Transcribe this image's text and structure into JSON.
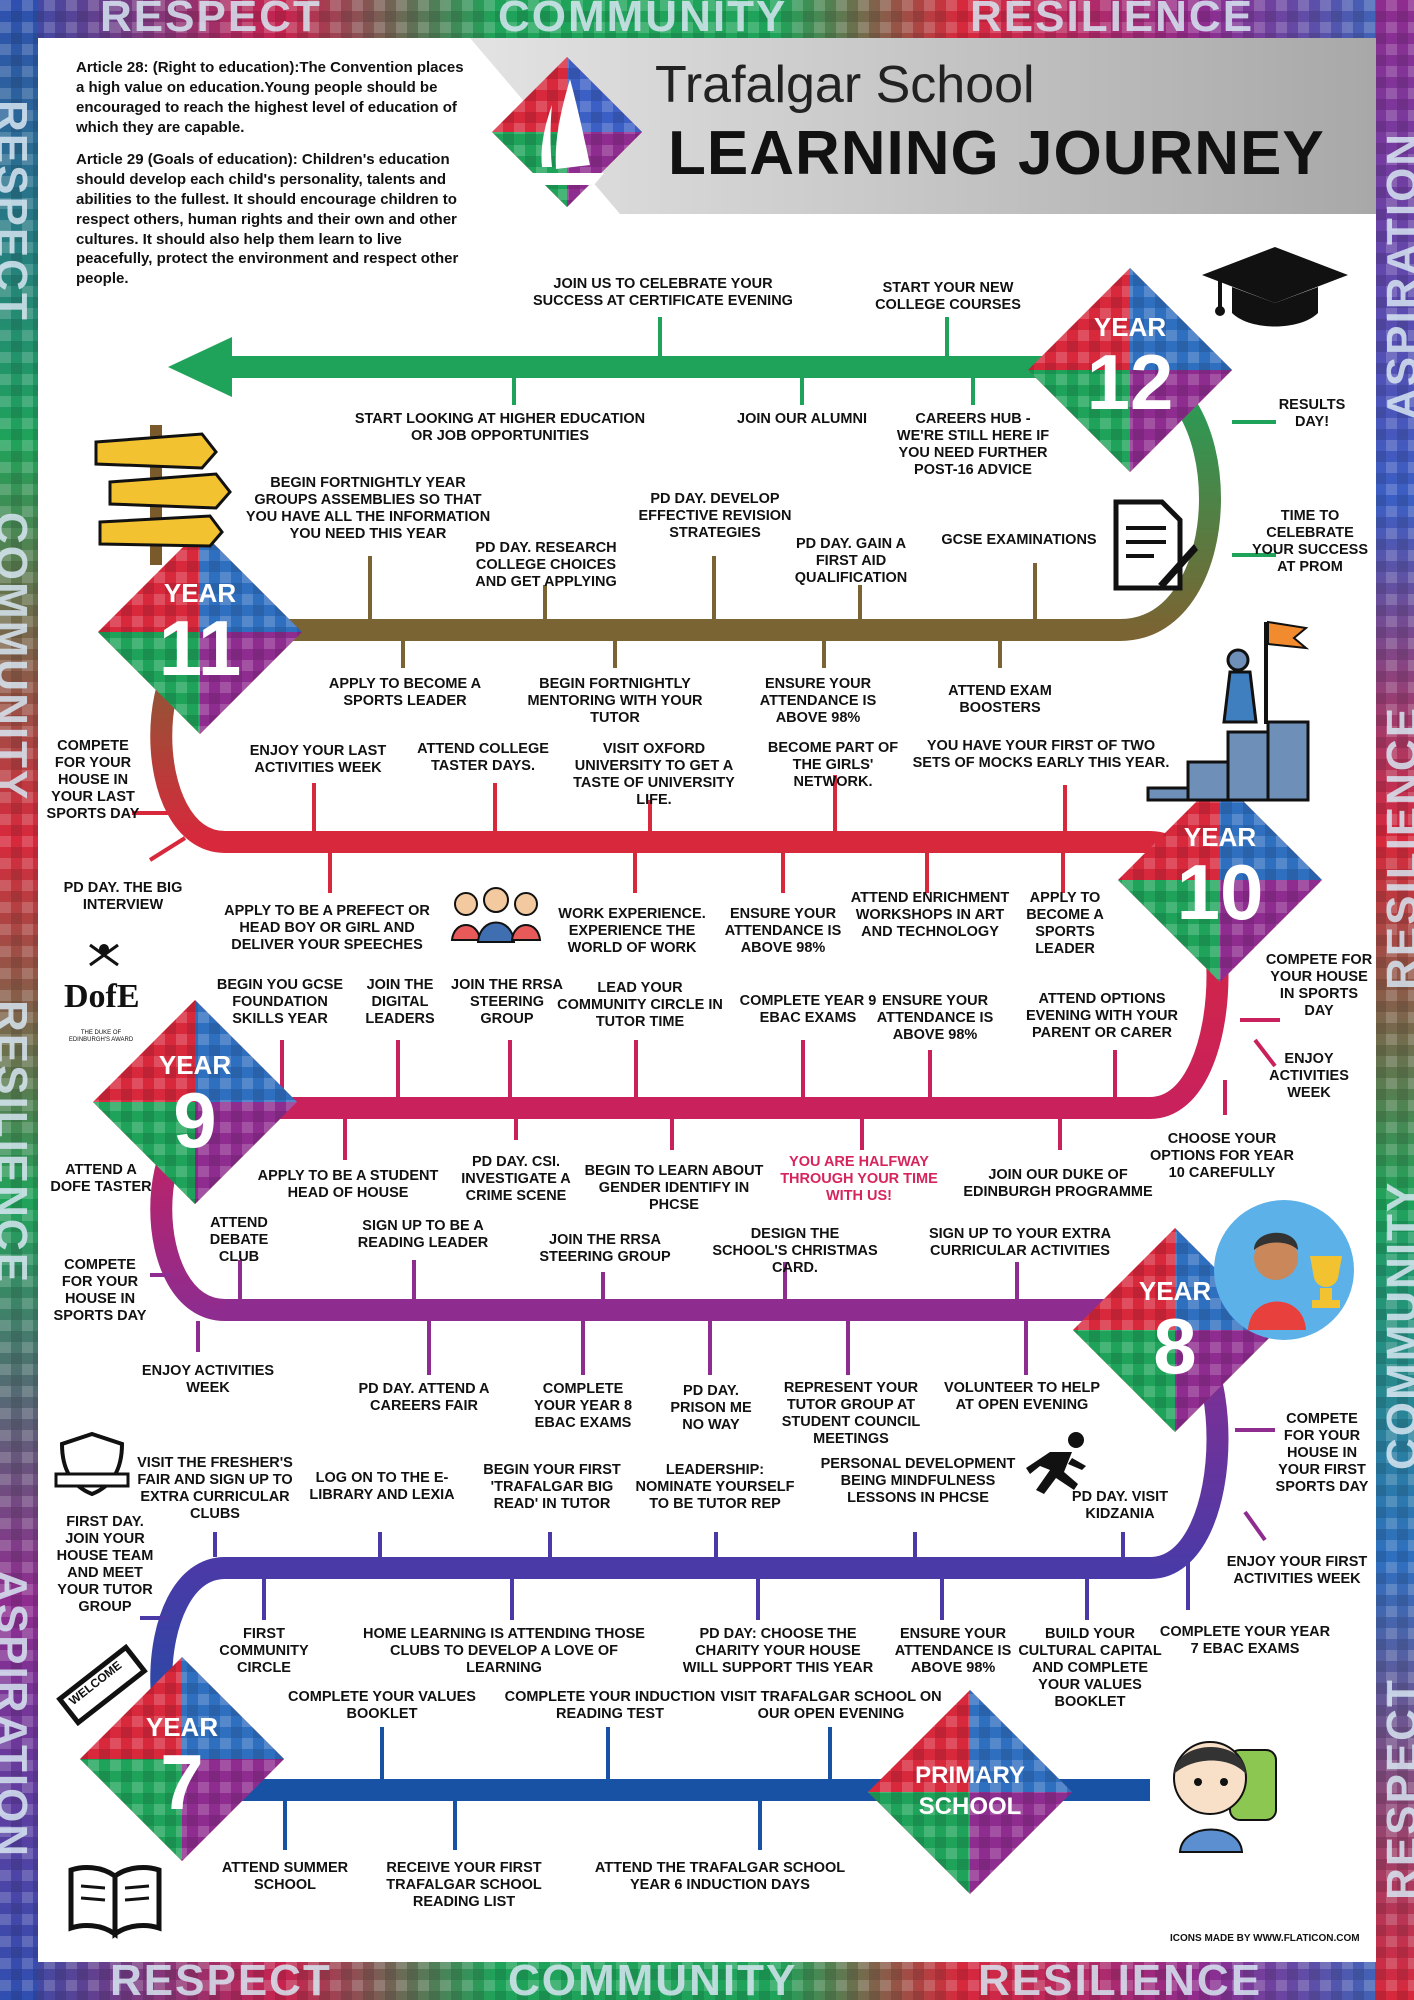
{
  "header": {
    "school": "Trafalgar School",
    "title": "LEARNING JOURNEY",
    "article28": "Article 28: (Right to education):The Convention places a high value on education.Young people should be encouraged to reach the highest level of education of which they are capable.",
    "article29": "Article 29 (Goals of education): Children's education should develop each child's personality, talents and abilities to the fullest. It should encourage children to respect others, human rights and their own and other cultures. It should also help them learn to live peacefully, protect the environment and respect other people."
  },
  "values_band": {
    "top": [
      "RESPECT",
      "COMMUNITY",
      "RESILIENCE"
    ],
    "bottom": [
      "RESPECT",
      "COMMUNITY",
      "RESILIENCE"
    ],
    "left": [
      "RESPECT",
      "COMMUNITY",
      "RESILIENCE",
      "ASPIRATION"
    ],
    "right": [
      "ASPIRATION",
      "RESILIENCE",
      "COMMUNITY",
      "RESPECT"
    ]
  },
  "badges": {
    "year_word": "YEAR",
    "y7": "7",
    "y8": "8",
    "y9": "9",
    "y10": "10",
    "y11": "11",
    "y12": "12",
    "primary_1": "PRIMARY",
    "primary_2": "SCHOOL",
    "welcome": "WELCOME"
  },
  "dofe": {
    "mark": "DofE",
    "caption": "THE DUKE OF EDINBURGH'S AWARD"
  },
  "credit": "ICONS MADE BY WWW.FLATICON.COM",
  "colors": {
    "y12": "#1fa35a",
    "y11": "#7a6433",
    "y10": "#d8283c",
    "y9": "#c8215c",
    "y8": "#8f2c8f",
    "y7a": "#4a3aa7",
    "y7b": "#1852a4"
  },
  "milestones": {
    "y12": {
      "a1": "JOIN US TO CELEBRATE YOUR SUCCESS AT CERTIFICATE EVENING",
      "a2": "START YOUR NEW COLLEGE COURSES",
      "b1": "START LOOKING AT HIGHER EDUCATION OR JOB OPPORTUNITIES",
      "b2": "JOIN OUR ALUMNI",
      "b3": "CAREERS HUB - WE'RE STILL HERE IF YOU NEED FURTHER POST-16 ADVICE",
      "r1": "RESULTS DAY!",
      "r2": "TIME TO CELEBRATE YOUR SUCCESS AT PROM"
    },
    "y11": {
      "a1": "BEGIN FORTNIGHTLY YEAR GROUPS ASSEMBLIES SO THAT YOU HAVE ALL THE INFORMATION YOU NEED THIS YEAR",
      "a2": "PD DAY. RESEARCH COLLEGE CHOICES AND GET APPLYING",
      "a3": "PD DAY. DEVELOP EFFECTIVE REVISION STRATEGIES",
      "a4": "PD DAY. GAIN A FIRST AID QUALIFICATION",
      "a5": "GCSE EXAMINATIONS",
      "b1": "APPLY TO BECOME A SPORTS LEADER",
      "b2": "BEGIN FORTNIGHTLY MENTORING WITH YOUR TUTOR",
      "b3": "ENSURE YOUR ATTENDANCE IS ABOVE 98%",
      "b4": "ATTEND EXAM BOOSTERS",
      "l1": "COMPETE FOR YOUR HOUSE IN YOUR LAST SPORTS DAY"
    },
    "y10": {
      "a1": "ENJOY YOUR LAST ACTIVITIES WEEK",
      "a2": "ATTEND COLLEGE TASTER DAYS.",
      "a3": "VISIT OXFORD UNIVERSITY TO GET A TASTE OF UNIVERSITY LIFE.",
      "a4": "BECOME PART OF THE GIRLS' NETWORK.",
      "a5": "YOU HAVE YOUR FIRST OF TWO SETS OF MOCKS EARLY THIS YEAR.",
      "b1": "APPLY TO BE A PREFECT OR HEAD BOY OR GIRL AND DELIVER YOUR SPEECHES",
      "b2": "WORK EXPERIENCE. EXPERIENCE THE WORLD OF WORK",
      "b3": "ENSURE YOUR ATTENDANCE IS ABOVE 98%",
      "b4": "ATTEND ENRICHMENT WORKSHOPS IN ART AND TECHNOLOGY",
      "b5": "APPLY TO BECOME A SPORTS LEADER",
      "l1": "PD DAY. THE BIG INTERVIEW",
      "r1": "COMPETE FOR YOUR HOUSE IN SPORTS DAY",
      "r2": "ENJOY ACTIVITIES WEEK",
      "r3": "CHOOSE YOUR OPTIONS FOR YEAR 10 CAREFULLY"
    },
    "y9": {
      "a1": "BEGIN YOU GCSE FOUNDATION SKILLS YEAR",
      "a2": "JOIN THE DIGITAL LEADERS",
      "a3": "JOIN THE RRSA STEERING GROUP",
      "a4": "LEAD YOUR COMMUNITY CIRCLE IN TUTOR TIME",
      "a5": "COMPLETE YEAR 9 EBAC EXAMS",
      "a6": "ENSURE YOUR ATTENDANCE IS ABOVE 98%",
      "a7": "ATTEND OPTIONS EVENING WITH YOUR PARENT OR CARER",
      "b1": "APPLY TO BE A STUDENT HEAD OF HOUSE",
      "b2": "PD DAY. CSI. INVESTIGATE A CRIME SCENE",
      "b3": "BEGIN TO LEARN ABOUT GENDER IDENTIFY IN PHCSE",
      "b4": "YOU ARE HALFWAY THROUGH YOUR TIME WITH US!",
      "b5": "JOIN OUR DUKE OF EDINBURGH PROGRAMME",
      "l1": "ATTEND A DofE TASTER"
    },
    "y8": {
      "a1": "ATTEND DEBATE CLUB",
      "a2": "SIGN UP TO BE A READING LEADER",
      "a3": "JOIN THE RRSA STEERING GROUP",
      "a4": "DESIGN THE SCHOOL'S CHRISTMAS CARD.",
      "a5": "SIGN UP TO YOUR EXTRA CURRICULAR ACTIVITIES",
      "b1": "ENJOY ACTIVITIES WEEK",
      "b2": "PD DAY. ATTEND A CAREERS FAIR",
      "b3": "COMPLETE YOUR YEAR 8 EBAC EXAMS",
      "b4": "PD DAY. PRISON ME NO WAY",
      "b5": "REPRESENT YOUR TUTOR GROUP AT STUDENT COUNCIL MEETINGS",
      "b6": "VOLUNTEER TO HELP AT OPEN EVENING",
      "l1": "COMPETE FOR YOUR HOUSE IN SPORTS DAY",
      "r1": "COMPETE FOR YOUR HOUSE IN YOUR FIRST SPORTS DAY",
      "r2": "ENJOY YOUR FIRST ACTIVITIES WEEK"
    },
    "y7": {
      "a1": "VISIT THE FRESHER'S FAIR AND SIGN UP TO EXTRA CURRICULAR CLUBS",
      "a2": "LOG ON TO THE E-LIBRARY AND LEXIA",
      "a3": "BEGIN YOUR FIRST 'TRAFALGAR BIG READ' IN TUTOR",
      "a4": "LEADERSHIP: NOMINATE YOURSELF TO BE TUTOR REP",
      "a5": "PERSONAL DEVELOPMENT BEING MINDFULNESS LESSONS IN PHCSE",
      "a6": "PD DAY. VISIT KIDZANIA",
      "b1": "FIRST COMMUNITY CIRCLE",
      "b2": "HOME LEARNING IS ATTENDING THOSE CLUBS TO DEVELOP A LOVE OF LEARNING",
      "b3": "PD DAY: CHOOSE THE CHARITY YOUR HOUSE WILL SUPPORT THIS YEAR",
      "b4": "ENSURE YOUR ATTENDANCE IS ABOVE 98%",
      "b5": "BUILD YOUR CULTURAL CAPITAL AND COMPLETE YOUR VALUES BOOKLET",
      "b6": "COMPLETE YOUR YEAR 7 EBAC EXAMS",
      "l1": "FIRST DAY. JOIN YOUR HOUSE TEAM AND MEET YOUR TUTOR GROUP"
    },
    "start": {
      "a1": "COMPLETE YOUR VALUES BOOKLET",
      "a2": "COMPLETE YOUR INDUCTION READING TEST",
      "a3": "VISIT TRAFALGAR SCHOOL ON OUR OPEN EVENING",
      "b1": "ATTEND SUMMER SCHOOL",
      "b2": "RECEIVE YOUR FIRST TRAFALGAR SCHOOL READING LIST",
      "b3": "ATTEND THE TRAFALGAR SCHOOL YEAR 6 INDUCTION DAYS"
    }
  }
}
